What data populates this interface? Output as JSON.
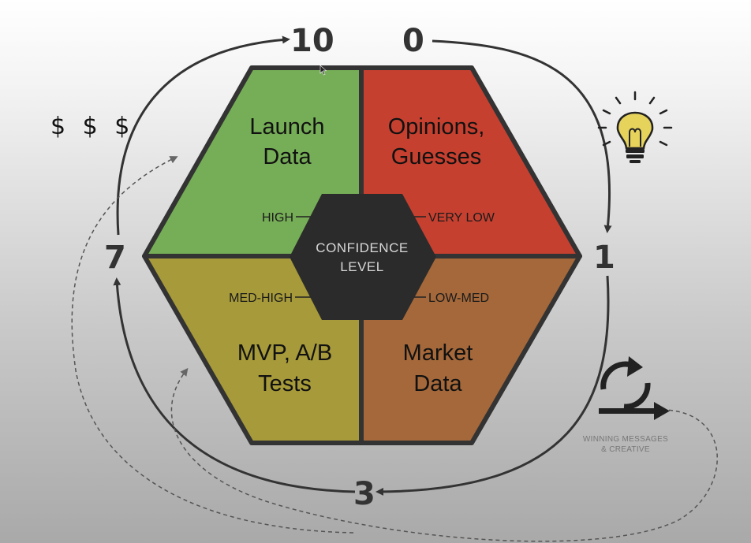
{
  "diagram": {
    "numbers": {
      "top_left": "10",
      "top_right": "0",
      "right": "1",
      "bottom": "3",
      "left": "7"
    },
    "dollars": "$ $ $",
    "center": {
      "line1": "CONFIDENCE",
      "line2": "LEVEL"
    },
    "quadrants": {
      "top_left": {
        "line1": "Launch",
        "line2": "Data",
        "level": "HIGH",
        "color": "#76ae57"
      },
      "top_right": {
        "line1": "Opinions,",
        "line2": "Guesses",
        "level": "VERY LOW",
        "color": "#c64030"
      },
      "bottom_left": {
        "line1": "MVP, A/B",
        "line2": "Tests",
        "level": "MED-HIGH",
        "color": "#a79a3a"
      },
      "bottom_right": {
        "line1": "Market",
        "line2": "Data",
        "level": "LOW-MED",
        "color": "#a4683a"
      }
    },
    "winning": {
      "line1": "WINNING MESSAGES",
      "line2": "& CREATIVE"
    },
    "icons": [
      "lightbulb-icon",
      "cycle-arrow-icon"
    ],
    "colors": {
      "outline": "#333333",
      "center_hex": "#2b2b2b"
    }
  }
}
